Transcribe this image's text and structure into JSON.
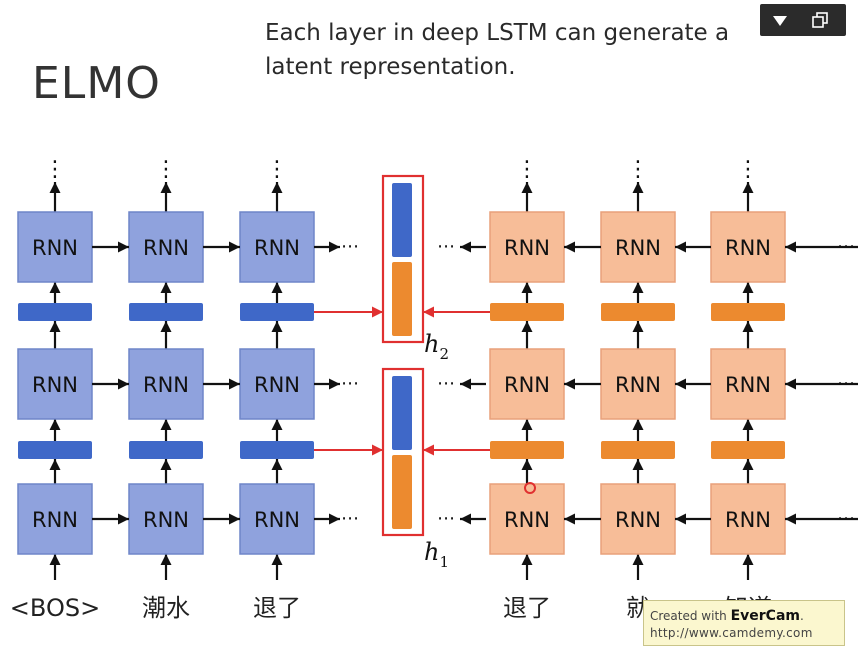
{
  "slide": {
    "title": "ELMO",
    "note_line1": "Each layer in deep LSTM can generate a",
    "note_line2": "latent representation."
  },
  "diagram": {
    "node_label": "RNN",
    "continuation_dots": "⋮",
    "arrow_dots": "⋯",
    "forward_tokens": [
      "<BOS>",
      "潮水",
      "退了"
    ],
    "backward_tokens": [
      "退了",
      "就",
      "知道"
    ],
    "hidden_labels": [
      {
        "letter": "h",
        "sub": "2"
      },
      {
        "letter": "h",
        "sub": "1"
      }
    ],
    "colors": {
      "forward_box": "#8fa2dd",
      "forward_border": "#6f85c8",
      "forward_bar": "#3f68c8",
      "backward_box": "#f7bd98",
      "backward_border": "#e9a07a",
      "backward_bar": "#ec8a2f",
      "highlight": "#e03030"
    }
  },
  "player": {
    "menu_icon": "triangle-down-icon",
    "restore_icon": "restore-window-icon"
  },
  "watermark": {
    "prefix": "Created with ",
    "brand": "EverCam",
    "suffix": ".",
    "url": "http://www.camdemy.com"
  }
}
